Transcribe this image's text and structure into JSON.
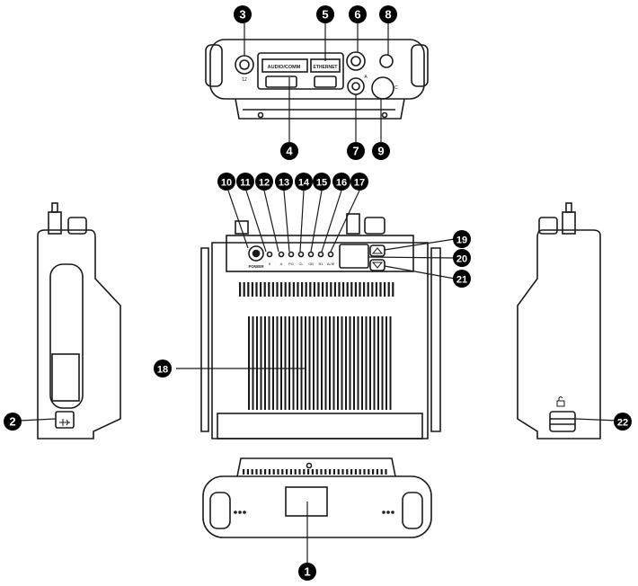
{
  "colors": {
    "line": "#1a1a1a",
    "fill": "#ffffff",
    "callout": "#000000",
    "shade": "#e6e6e6"
  },
  "top_panel": {
    "port_labels": [
      "AUDIO/COMM",
      "ETHERNET"
    ],
    "small_marks": [
      "12",
      "A",
      "C"
    ]
  },
  "front_panel": {
    "power_label": "POWER",
    "led_marks": [
      "S",
      "A",
      "PG",
      "CL",
      "GB",
      "B1",
      "ALM"
    ]
  },
  "callouts": [
    "1",
    "2",
    "3",
    "4",
    "5",
    "6",
    "7",
    "8",
    "9",
    "10",
    "11",
    "12",
    "13",
    "14",
    "15",
    "16",
    "17",
    "18",
    "19",
    "20",
    "21",
    "22"
  ],
  "icons": [
    "usb-icon",
    "up-arrow-icon",
    "down-arrow-icon",
    "lock-icon"
  ]
}
